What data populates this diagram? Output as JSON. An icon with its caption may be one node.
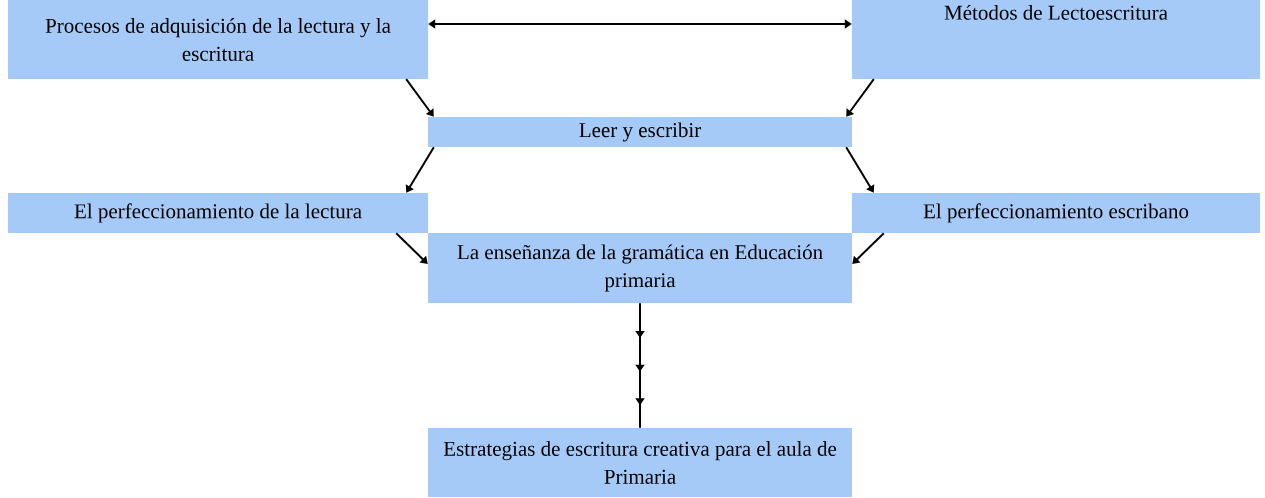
{
  "diagram": {
    "nodes": [
      {
        "text": [
          "Procesos de adquisición de la lectura y la escritura"
        ]
      },
      {
        "text": [
          "Métodos de Lectoescritura"
        ]
      },
      {
        "text": [
          "Leer y escribir"
        ]
      },
      {
        "text": [
          "El perfeccionamiento de la lectura"
        ]
      },
      {
        "text": [
          "El perfeccionamiento escribano"
        ]
      },
      {
        "text": [
          "La enseñanza de la gramática en Educación primaria"
        ]
      },
      {
        "text": [
          "Estrategias de escritura creativa para el aula de Primaria"
        ]
      }
    ],
    "edges": [
      {
        "from": 0,
        "to": 1,
        "arrow": "both"
      },
      {
        "from": 0,
        "to": 2,
        "arrow": "to"
      },
      {
        "from": 1,
        "to": 2,
        "arrow": "to"
      },
      {
        "from": 2,
        "to": 3,
        "arrow": "to"
      },
      {
        "from": 2,
        "to": 4,
        "arrow": "to"
      },
      {
        "from": 3,
        "to": 5,
        "arrow": "to"
      },
      {
        "from": 4,
        "to": 5,
        "arrow": "to"
      },
      {
        "from": 5,
        "to": 6,
        "arrow": "to"
      }
    ]
  }
}
